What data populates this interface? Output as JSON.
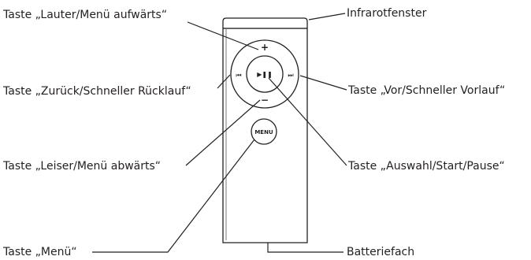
{
  "labels": {
    "volume_up": "Taste „Lauter/Menü aufwärts“",
    "infrared_window": "Infrarotfenster",
    "previous_rewind": "Taste „Zurück/Schneller Rücklauf“",
    "next_fastforward": "Taste „Vor/Schneller Vorlauf“",
    "volume_down": "Taste „Leiser/Menü abwärts“",
    "select_play_pause": "Taste „Auswahl/Start/Pause“",
    "menu": "Taste „Menü“",
    "battery_compartment": "Batteriefach"
  },
  "remote": {
    "plus_symbol": "+",
    "minus_symbol": "−",
    "previous_symbol": "⏮",
    "next_symbol": "⏭",
    "play_pause_symbol": "▶❚❚",
    "menu_button_label": "MENU"
  }
}
